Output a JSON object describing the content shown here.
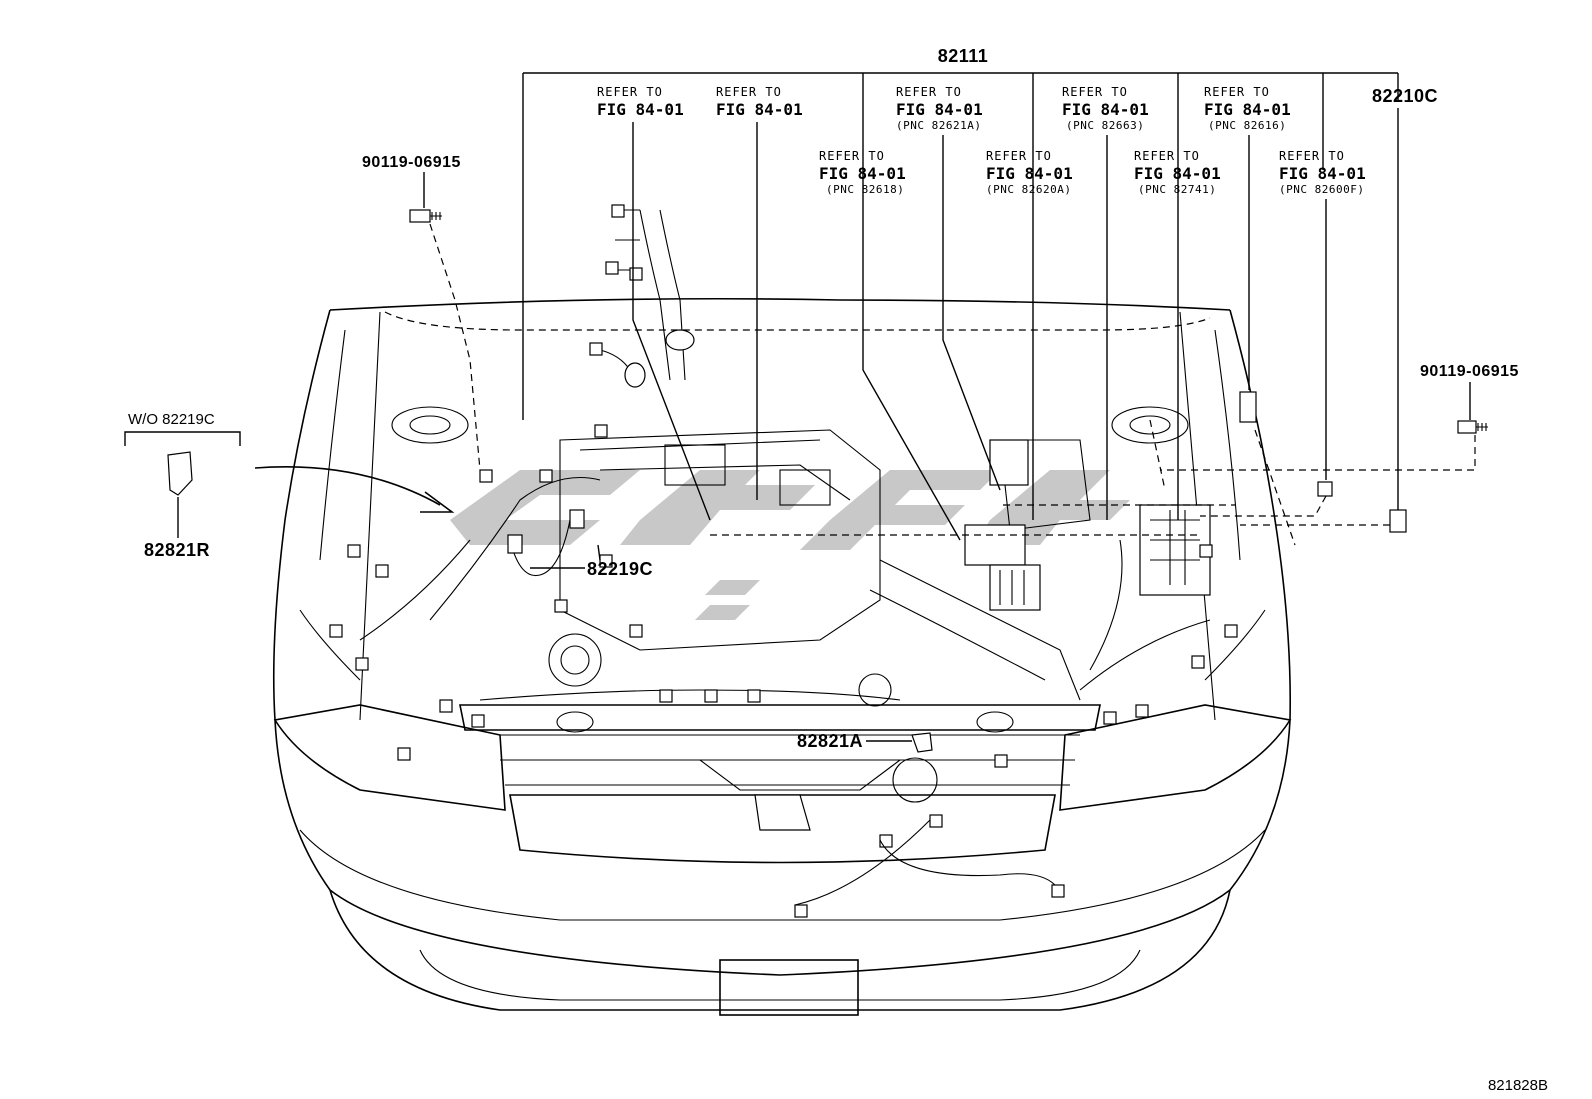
{
  "main_part": "82111",
  "part_82210C": "82210C",
  "bolt_left": "90119-06915",
  "bolt_right": "90119-06915",
  "wo_label": "W/O 82219C",
  "part_82821R": "82821R",
  "part_82219C": "82219C",
  "part_82821A": "82821A",
  "diagram_code": "821828B",
  "refs": [
    {
      "refer": "REFER TO",
      "fig": "FIG 84-01",
      "pnc": ""
    },
    {
      "refer": "REFER TO",
      "fig": "FIG 84-01",
      "pnc": ""
    },
    {
      "refer": "REFER TO",
      "fig": "FIG 84-01",
      "pnc": "(PNC 82618)"
    },
    {
      "refer": "REFER TO",
      "fig": "FIG 84-01",
      "pnc": "(PNC 82621A)"
    },
    {
      "refer": "REFER TO",
      "fig": "FIG 84-01",
      "pnc": "(PNC 82620A)"
    },
    {
      "refer": "REFER TO",
      "fig": "FIG 84-01",
      "pnc": "(PNC 82663)"
    },
    {
      "refer": "REFER TO",
      "fig": "FIG 84-01",
      "pnc": "(PNC 82741)"
    },
    {
      "refer": "REFER TO",
      "fig": "FIG 84-01",
      "pnc": "(PNC 82616)"
    },
    {
      "refer": "REFER TO",
      "fig": "FIG 84-01",
      "pnc": "(PNC 82600F)"
    }
  ]
}
